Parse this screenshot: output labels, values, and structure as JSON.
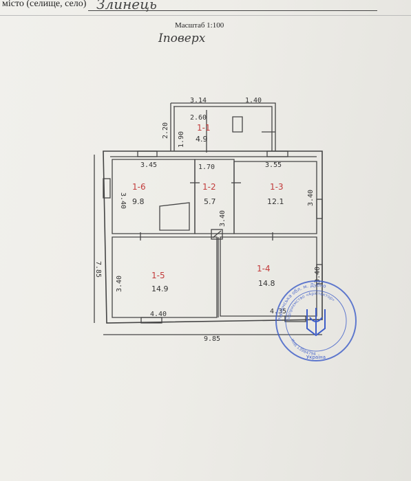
{
  "header": {
    "label": "місто (селище, село)",
    "value": "Злинець"
  },
  "scale": "Масштаб 1:100",
  "floor_label": "Іповерх",
  "dimensions": {
    "top_ext_width": "3.14",
    "top_ext_right": "1.40",
    "ext_inner_width": "2.60",
    "ext_height_outer": "2.20",
    "ext_height_inner": "1.90",
    "r16_width": "3.45",
    "r12_width": "1.70",
    "r13_width": "3.55",
    "r16_height": "3.40",
    "r12_height": "3.40",
    "r13_height": "3.40",
    "total_height": "7.85",
    "r15_height": "3.40",
    "r14_height": "3.40",
    "r15_width": "4.40",
    "r14_width": "4.35",
    "total_width": "9.85"
  },
  "rooms": [
    {
      "number": "1-1",
      "area": "4.9"
    },
    {
      "number": "1-6",
      "area": "9.8"
    },
    {
      "number": "1-2",
      "area": "5.7"
    },
    {
      "number": "1-3",
      "area": "12.1"
    },
    {
      "number": "1-5",
      "area": "14.9"
    },
    {
      "number": "1-4",
      "area": "14.8"
    }
  ],
  "stamp": {
    "outer_text": "Рівненська обл. м. Дубно",
    "inner_text": "підприємство «Архітектор»",
    "code": "Код 13984794",
    "country": "Україна"
  },
  "colors": {
    "ink": "#3a4aa8",
    "red_ink": "#c23a3a",
    "stamp": "#3c5cc8"
  }
}
